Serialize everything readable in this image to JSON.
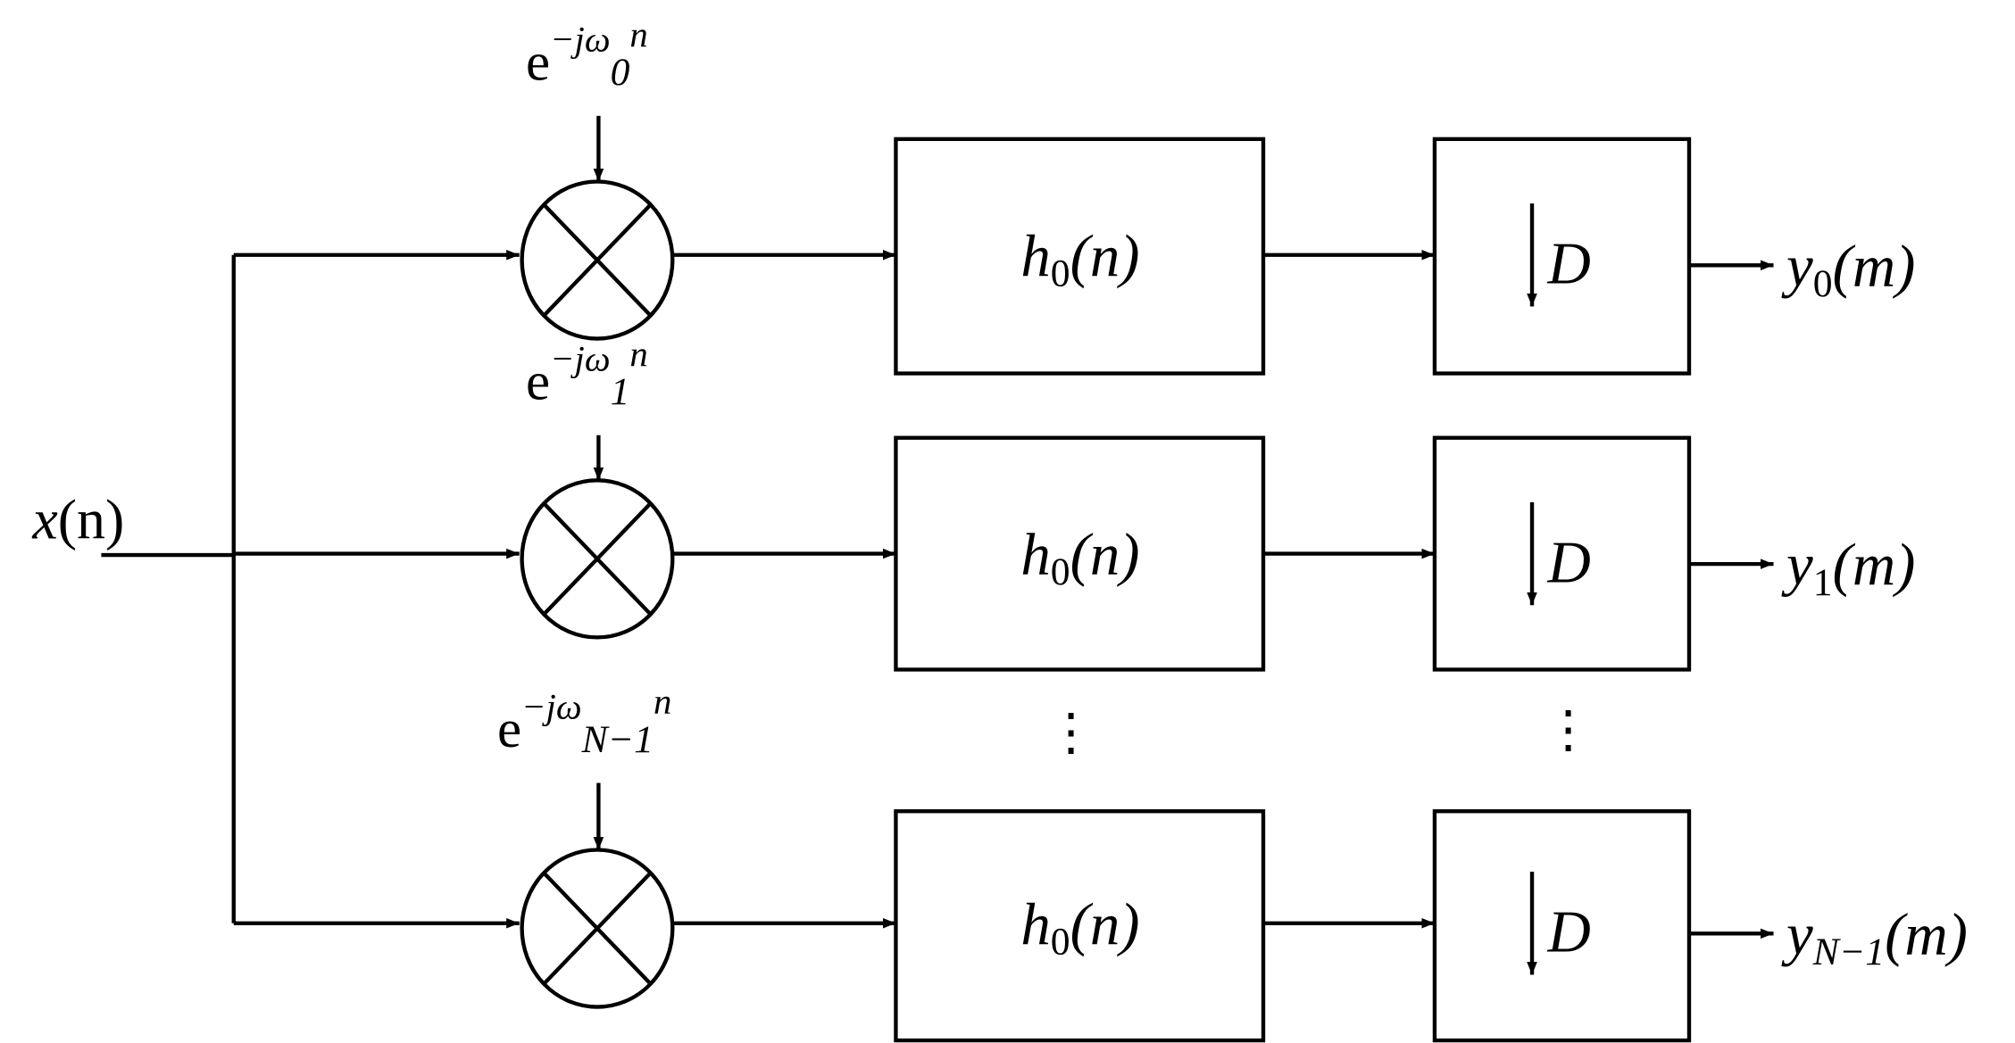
{
  "input": {
    "base": "x",
    "arg": "(n)"
  },
  "rows": [
    {
      "mixer": {
        "exp_base": "e",
        "exp_prefix": "−jω",
        "exp_sub": "0",
        "exp_suffix": "n"
      },
      "filter": {
        "base": "h",
        "sub": "0",
        "arg": "(n)"
      },
      "decimator": {
        "symbol": "D"
      },
      "output": {
        "base": "y",
        "sub": "0",
        "arg": "(m)"
      }
    },
    {
      "mixer": {
        "exp_base": "e",
        "exp_prefix": "−jω",
        "exp_sub": "1",
        "exp_suffix": "n"
      },
      "filter": {
        "base": "h",
        "sub": "0",
        "arg": "(n)"
      },
      "decimator": {
        "symbol": "D"
      },
      "output": {
        "base": "y",
        "sub": "1",
        "arg": "(m)"
      }
    },
    {
      "mixer": {
        "exp_base": "e",
        "exp_prefix": "−jω",
        "exp_sub": "N−1",
        "exp_suffix": "n"
      },
      "filter": {
        "base": "h",
        "sub": "0",
        "arg": "(n)"
      },
      "decimator": {
        "symbol": "D"
      },
      "output": {
        "base": "y",
        "sub": "N−1",
        "arg": "(m)"
      }
    }
  ],
  "ellipsis": "⋮"
}
